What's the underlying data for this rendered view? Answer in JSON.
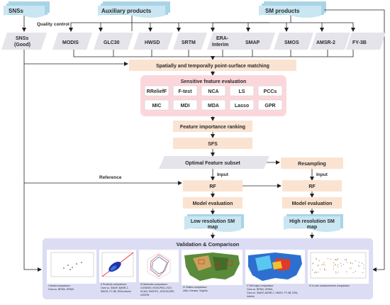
{
  "sources": {
    "snss": "SNSs",
    "auxiliary": "Auxiliary products",
    "sm_products": "SM products"
  },
  "quality_control": "Quality control",
  "inputs": {
    "snss_good_1": "SNSs",
    "snss_good_2": "(Good)",
    "modis": "MODIS",
    "glc30": "GLC30",
    "hwsd": "HWSD",
    "srtm": "SRTM",
    "era_1": "ERA-",
    "era_2": "Interim",
    "smap": "SMAP",
    "smos": "SMOS",
    "amsr2": "AMSR-2",
    "fy3b": "FY-3B"
  },
  "matching": "Spatially and temporally point-surface matching",
  "sensitive": {
    "title": "Sensitive feature evaluation",
    "methods": [
      "RReliefF",
      "F-test",
      "NCA",
      "LS",
      "PCCs",
      "MIC",
      "MDI",
      "MDA",
      "Lasso",
      "GPR"
    ]
  },
  "steps": {
    "ranking": "Feature importance ranking",
    "sfs": "SFS",
    "optimal": "Optimal Feature subset",
    "resampling": "Resampling",
    "input_left": "Input",
    "input_right": "Input",
    "reference": "Reference",
    "rf_left": "RF",
    "rf_right": "RF",
    "eval_left": "Model evaluation",
    "eval_right": "Model evaluation",
    "low_1": "Low resolution SM",
    "low_2": "map",
    "high_1": "High resolution SM",
    "high_2": "map"
  },
  "validation": {
    "title": "Validation & Comparison",
    "captions": [
      [
        "I Model comparison:",
        "Ours vs. BPNN, GRNN"
      ],
      [
        "II Products comparison:",
        "Ours vs. SMAP, AMSR-2,",
        "SMOS, FY-3B, ERA-Interim"
      ],
      [
        "III Networks comparison:",
        "COSMOS, iRON,PBO_H2O,",
        "SCAN, SNOTEL, SOILSCAPE,",
        "USCRN"
      ],
      [
        "IV States comparison:",
        "Utah, Kansas, Virginia"
      ],
      [
        "V SM maps comparison:",
        "Ours vs. BPNN, GRNN,",
        "Ours vs. SMAP, AMSR-2, SMOS, FY-3B, ERA-",
        "Interim"
      ],
      [
        "VI In-situ measurements comparison"
      ]
    ]
  },
  "colors": {
    "doc": "#c9e6f2",
    "beige": "#fbe3d2",
    "pink": "#fbd7dc",
    "parallelogram": "#e4e4ea",
    "validation_panel": "#dcdcf5"
  }
}
